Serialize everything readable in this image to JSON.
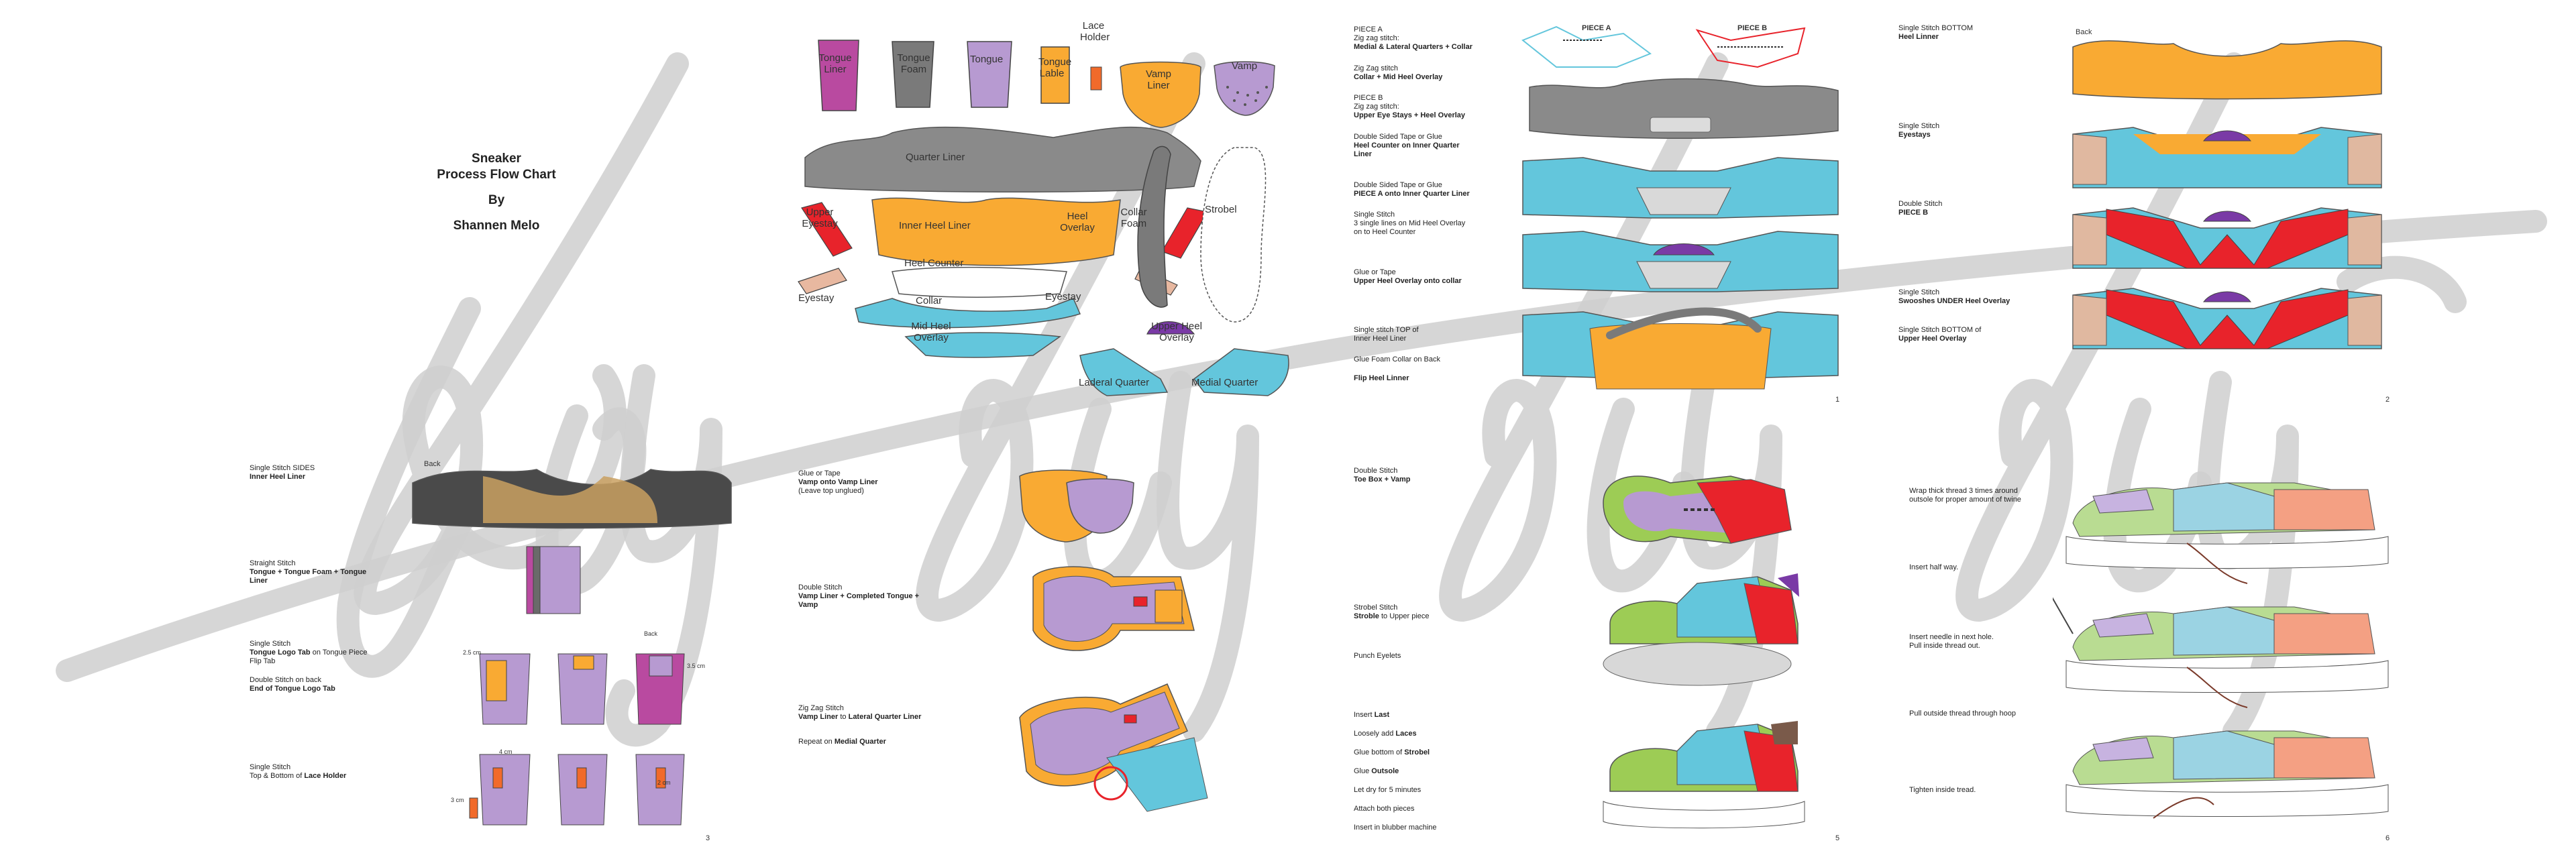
{
  "title": {
    "line1": "Sneaker",
    "line2": "Process Flow Chart",
    "line3": "By",
    "line4": "Shannen Melo"
  },
  "watermark": "Shay",
  "colors": {
    "orange": "#f9aa33",
    "purple": "#b79ad1",
    "magenta": "#b94aa0",
    "gray": "#8a8a8a",
    "blue": "#63c6dc",
    "red": "#e8232b",
    "green": "#9dcc55",
    "salmon": "#f4a083"
  },
  "parts": {
    "tongue_liner": "Tongue Liner",
    "tongue_foam": "Tongue Foam",
    "tongue": "Tongue",
    "tongue_lable": "Tongue Lable",
    "lace_holder": "Lace Holder",
    "vamp_liner": "Vamp Liner",
    "vamp": "Vamp",
    "quarter_liner": "Quarter Liner",
    "upper_eyestay": "Upper Eyestay",
    "inner_heel_liner": "Inner Heel Liner",
    "heel_overlay": "Heel Overlay",
    "collar_foam": "Collar Foam",
    "strobel": "Strobel",
    "heel_counter": "Heel Counter",
    "eyestay_left": "Eyestay",
    "collar": "Collar",
    "eyestay_right": "Eyestay",
    "mid_heel_overlay": "Mid Heel Overlay",
    "upper_heel_overlay": "Upper Heel Overlay",
    "lateral_quarter": "Laderal Quarter",
    "medial_quarter": "Medial Quarter"
  },
  "panel1": {
    "piece_a": "PIECE A",
    "piece_b": "PIECE B",
    "page": "1",
    "s1a": "PIECE A",
    "s1b": "Zig zag stitch:",
    "s1c": "Medial & Lateral Quarters + Collar",
    "s2a": "Zig Zag stitch",
    "s2b": "Collar + Mid Heel Overlay",
    "s3a": "PIECE B",
    "s3b": "Zig zag stitch:",
    "s3c": "Upper Eye Stays + Heel Overlay",
    "s4a": "Double Sided Tape or Glue",
    "s4b": "Heel Counter on Inner Quarter",
    "s4c": "Liner",
    "s5a": "Double Sided Tape or Glue",
    "s5b": "PIECE A onto Inner Quarter Liner",
    "s6a": "Single Stitch",
    "s6b": "3 single lines on Mid Heel Overlay",
    "s6c": "on to Heel Counter",
    "s7a": "Glue or Tape",
    "s7b": "Upper Heel Overlay onto collar",
    "s8a": "Single stitch TOP of",
    "s8b": "Inner Heel Liner",
    "s9a": "Glue Foam Collar on Back",
    "s10a": "Flip Heel Linner"
  },
  "panel2": {
    "back": "Back",
    "page": "2",
    "s1a": "Single Stitch BOTTOM",
    "s1b": "Heel Linner",
    "s2a": "Single Stitch",
    "s2b": "Eyestays",
    "s3a": "Double Stitch",
    "s3b": "PIECE B",
    "s4a": "Single Stitch",
    "s4b": "Swooshes UNDER Heel Overlay",
    "s5a": "Single Stitch BOTTOM of",
    "s5b": "Upper Heel Overlay"
  },
  "panel3": {
    "back": "Back",
    "back2": "Back",
    "page": "3",
    "s1a": "Single Stitch SIDES",
    "s1b": "Inner Heel Liner",
    "s2a": "Straight Stitch",
    "s2b": "Tongue + Tongue Foam + Tongue",
    "s2c": "Liner",
    "s3a": "Single Stitch",
    "s3b": "Tongue Logo Tab",
    "s3c": " on Tongue Piece",
    "s3d": "Flip Tab",
    "s4a": "Double Stitch on back",
    "s4b": "End of Tongue Logo Tab",
    "s5a": "Single Stitch",
    "s5b": "Top & Bottom of ",
    "s5c": "Lace Holder",
    "d1": "2.5 cm",
    "d2": "3.5 cm",
    "d3": "4 cm",
    "d4": "2 cm",
    "d5": "3 cm"
  },
  "panel4": {
    "s1a": "Glue or Tape",
    "s1b": "Vamp onto Vamp Liner",
    "s1c": "(Leave top unglued)",
    "s2a": "Double Stitch",
    "s2b": "Vamp Liner + Completed Tongue +",
    "s2c": "Vamp",
    "s3a": "Zig Zag Stitch",
    "s3b": "Vamp Liner",
    "s3c": " to ",
    "s3d": "Lateral Quarter Liner",
    "s4a": "Repeat on ",
    "s4b": "Medial Quarter"
  },
  "panel5": {
    "page": "5",
    "s1a": "Double Stitch",
    "s1b": "Toe Box + Vamp",
    "s2a": "Strobel Stitch",
    "s2b": "Stroble",
    "s2c": " to Upper piece",
    "s3a": "Punch Eyelets",
    "s4a": "Insert ",
    "s4b": "Last",
    "s5a": "Loosely add ",
    "s5b": "Laces",
    "s6a": "Glue bottom of ",
    "s6b": "Strobel",
    "s7a": "Glue ",
    "s7b": "Outsole",
    "s8a": "Let dry for 5 minutes",
    "s9a": "Attach both pieces",
    "s10a": "Insert in blubber machine"
  },
  "panel6": {
    "page": "6",
    "s1a": "Wrap thick thread 3 times around",
    "s1b": "outsole for proper amount of twine",
    "s2a": "Insert half way.",
    "s3a": "Insert needle in next hole.",
    "s3b": "Pull inside thread out.",
    "s4a": "Pull outside thread through hoop",
    "s5a": "Tighten inside tread."
  }
}
